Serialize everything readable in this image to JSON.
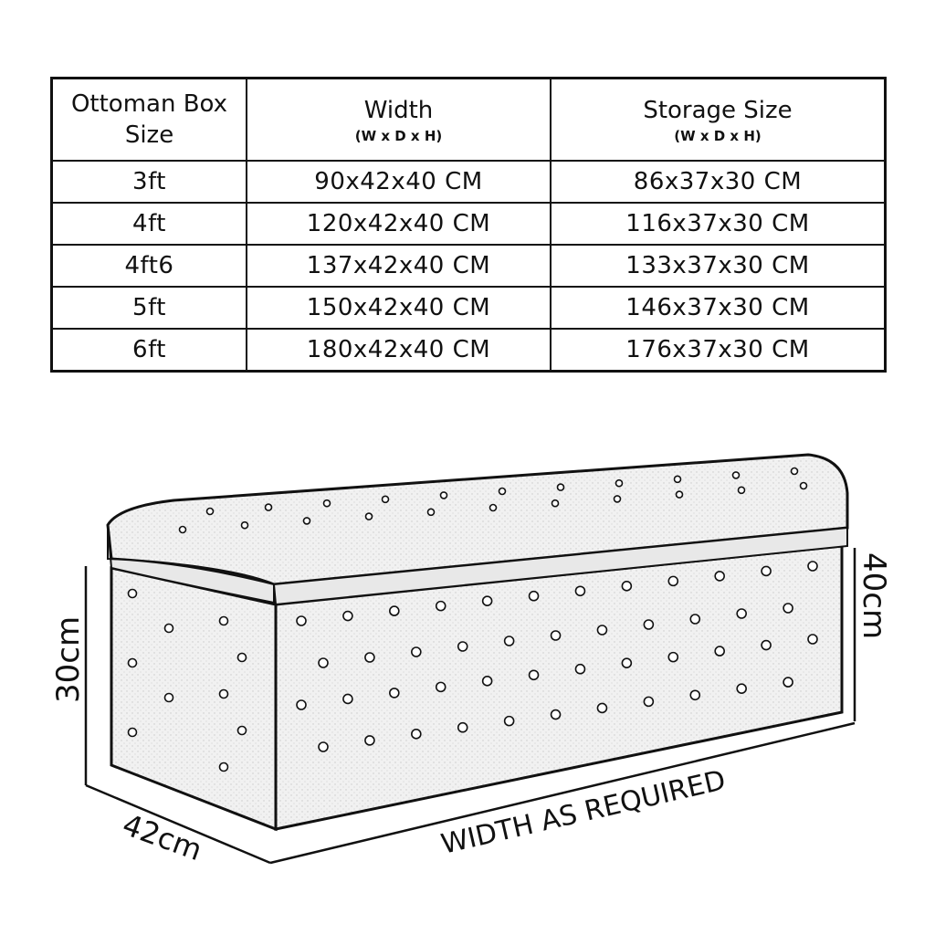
{
  "table": {
    "headers": {
      "size": "Ottoman Box Size",
      "width": "Width",
      "width_sub": "(W x D x H)",
      "storage": "Storage Size",
      "storage_sub": "(W x D x H)"
    },
    "rows": [
      {
        "size": "3ft",
        "width": "90x42x40 CM",
        "storage": "86x37x30 CM"
      },
      {
        "size": "4ft",
        "width": "120x42x40 CM",
        "storage": "116x37x30 CM"
      },
      {
        "size": "4ft6",
        "width": "137x42x40 CM",
        "storage": "133x37x30 CM"
      },
      {
        "size": "5ft",
        "width": "150x42x40 CM",
        "storage": "146x37x30 CM"
      },
      {
        "size": "6ft",
        "width": "180x42x40 CM",
        "storage": "176x37x30 CM"
      }
    ]
  },
  "diagram": {
    "height_inner": "30cm",
    "height_total": "40cm",
    "depth": "42cm",
    "width_note": "WIDTH AS REQUIRED"
  }
}
